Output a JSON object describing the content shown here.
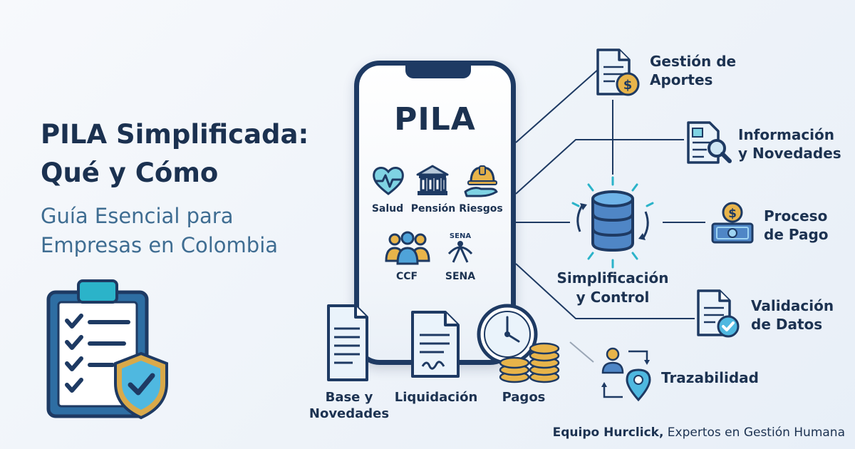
{
  "title_line1": "PILA Simplificada:",
  "title_line2": "Qué y Cómo",
  "subtitle_line1": "Guía Esencial para",
  "subtitle_line2": "Empresas en Colombia",
  "phone": {
    "title": "PILA",
    "items": [
      {
        "label": "Salud",
        "icon": "heart-pulse-icon"
      },
      {
        "label": "Pensión",
        "icon": "bank-building-icon"
      },
      {
        "label": "Riesgos",
        "icon": "hard-hat-hand-icon"
      },
      {
        "label": "CCF",
        "icon": "people-group-icon"
      },
      {
        "label": "SENA",
        "icon": "sena-logo"
      }
    ]
  },
  "bottom": [
    {
      "line1": "Base y",
      "line2": "Novedades",
      "icon": "document-icon"
    },
    {
      "line1": "Liquidación",
      "icon": "signed-document-icon"
    },
    {
      "line1": "Pagos",
      "icon": "clock-coins-icon"
    }
  ],
  "center": {
    "line1": "Simplificación",
    "line2": "y Control",
    "icon": "database-sync-icon"
  },
  "right": [
    {
      "line1": "Gestión de",
      "line2": "Aportes",
      "icon": "document-dollar-icon"
    },
    {
      "line1": "Información",
      "line2": "y Novedades",
      "icon": "document-search-icon"
    },
    {
      "line1": "Proceso",
      "line2": "de Pago",
      "icon": "money-bill-icon"
    },
    {
      "line1": "Validación",
      "line2": "de Datos",
      "icon": "document-check-icon"
    },
    {
      "line1": "Trazabilidad",
      "icon": "person-location-icon"
    }
  ],
  "footer": {
    "bold": "Equipo Hurclick,",
    "rest": " Expertos en Gestión Humana"
  },
  "colors": {
    "navy": "#1c3251",
    "blue": "#3f6d92",
    "teal": "#2bb3c9",
    "gold": "#d9a94a",
    "accent": "#3a8fd9"
  }
}
